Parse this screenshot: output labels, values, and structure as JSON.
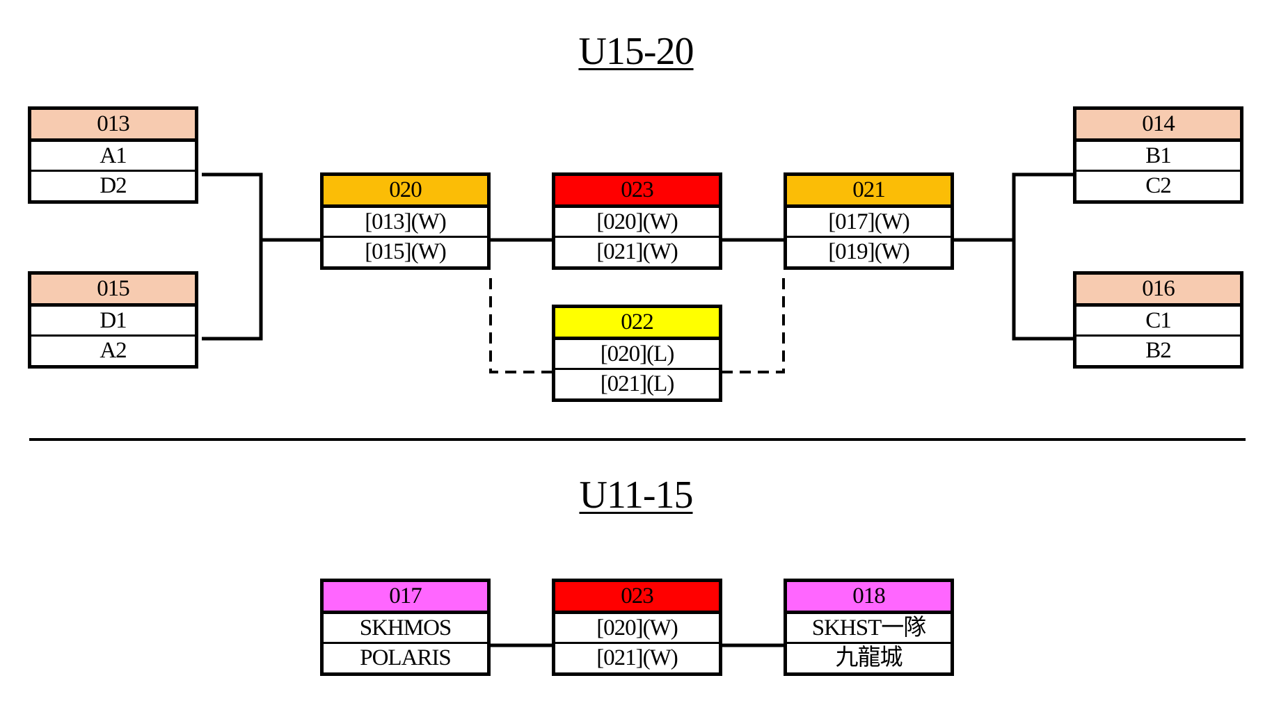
{
  "titles": {
    "top": "U15-20",
    "bottom": "U11-15"
  },
  "colors": {
    "group": "#f7cbb0",
    "semifinal": "#fbbd06",
    "final": "#ff0000",
    "third_place": "#ffff00",
    "u11_match": "#ff66ff"
  },
  "u15_20": {
    "m013": {
      "id": "013",
      "teams": [
        "A1",
        "D2"
      ]
    },
    "m015": {
      "id": "015",
      "teams": [
        "D1",
        "A2"
      ]
    },
    "m020": {
      "id": "020",
      "teams": [
        "[013](W)",
        "[015](W)"
      ]
    },
    "m023": {
      "id": "023",
      "teams": [
        "[020](W)",
        "[021](W)"
      ]
    },
    "m021": {
      "id": "021",
      "teams": [
        "[017](W)",
        "[019](W)"
      ]
    },
    "m014": {
      "id": "014",
      "teams": [
        "B1",
        "C2"
      ]
    },
    "m016": {
      "id": "016",
      "teams": [
        "C1",
        "B2"
      ]
    },
    "m022": {
      "id": "022",
      "teams": [
        "[020](L)",
        "[021](L)"
      ]
    }
  },
  "u11_15": {
    "m017": {
      "id": "017",
      "teams": [
        "SKHMOS",
        "POLARIS"
      ]
    },
    "m023": {
      "id": "023",
      "teams": [
        "[020](W)",
        "[021](W)"
      ]
    },
    "m018": {
      "id": "018",
      "teams": [
        "SKHST一隊",
        "九龍城"
      ]
    }
  }
}
